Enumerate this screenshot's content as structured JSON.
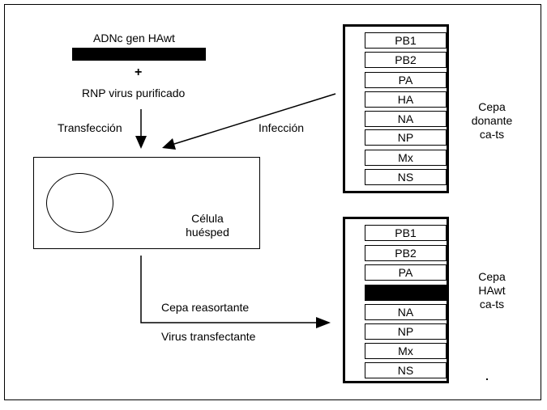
{
  "labels": {
    "cdna_gene": "ADNc gen HAwt",
    "plus": "+",
    "rnp": "RNP virus purificado",
    "transfection": "Transfección",
    "infection": "Infección",
    "host_cell_line1": "Célula",
    "host_cell_line2": "huésped",
    "reassortant_strain": "Cepa reasortante",
    "transfectant_virus": "Virus transfectante"
  },
  "donor_strain": {
    "caption": [
      "Cepa",
      "donante",
      "ca-ts"
    ],
    "segments": [
      {
        "label": "PB1",
        "filled": false
      },
      {
        "label": "PB2",
        "filled": false
      },
      {
        "label": "PA",
        "filled": false
      },
      {
        "label": "HA",
        "filled": false
      },
      {
        "label": "NA",
        "filled": false
      },
      {
        "label": "NP",
        "filled": false
      },
      {
        "label": "Mx",
        "filled": false
      },
      {
        "label": "NS",
        "filled": false
      }
    ]
  },
  "reassortant": {
    "caption": [
      "Cepa",
      "HAwt",
      "ca-ts"
    ],
    "segments": [
      {
        "label": "PB1",
        "filled": false
      },
      {
        "label": "PB2",
        "filled": false
      },
      {
        "label": "PA",
        "filled": false
      },
      {
        "label": "",
        "filled": true
      },
      {
        "label": "NA",
        "filled": false
      },
      {
        "label": "NP",
        "filled": false
      },
      {
        "label": "Mx",
        "filled": false
      },
      {
        "label": "NS",
        "filled": false
      }
    ]
  }
}
